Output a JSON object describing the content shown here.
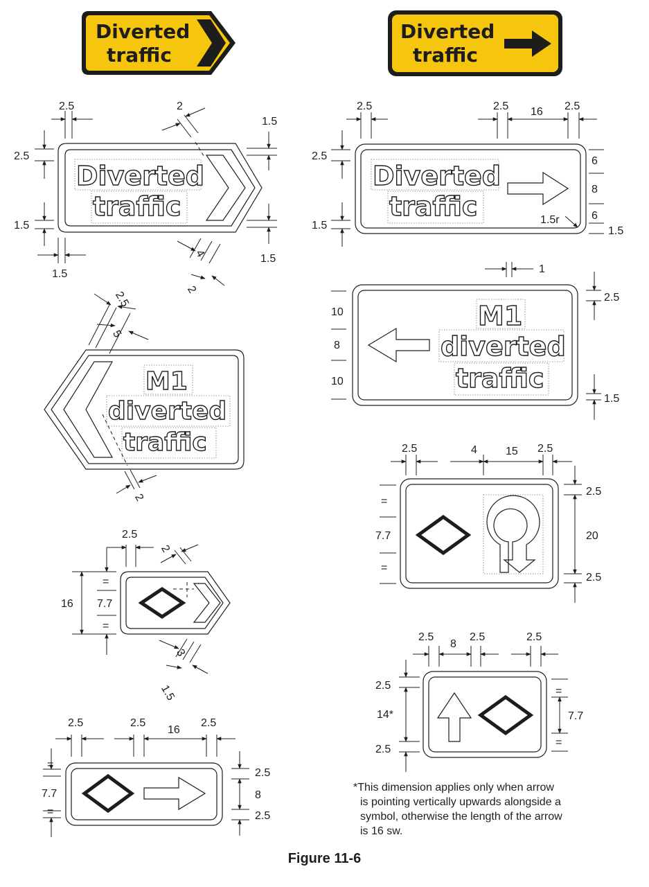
{
  "colors": {
    "sign_yellow": "#f6c60f",
    "ink": "#1d1d1b",
    "background": "#ffffff"
  },
  "signs": {
    "yellow_chevron": {
      "line1": "Diverted",
      "line2": "traffic"
    },
    "yellow_arrow": {
      "line1": "Diverted",
      "line2": "traffic"
    },
    "chevron_right": {
      "line1": "Diverted",
      "line2": "traffic"
    },
    "arrow_right": {
      "line1": "Diverted",
      "line2": "traffic"
    },
    "chevron_left": {
      "line1": "M1",
      "line2": "diverted",
      "line3": "traffic"
    },
    "arrow_left": {
      "line1": "M1",
      "line2": "diverted",
      "line3": "traffic"
    }
  },
  "dims": {
    "d1_top": "2.5",
    "d1_left_top": "2.5",
    "d1_left_bottom": "1.5",
    "d1_bottom": "1.5",
    "d1_chev_top": "2",
    "d1_right_top": "1.5",
    "d1_right_bottom": "1.5",
    "d1_chev_w": "4",
    "d1_chev_gap": "2",
    "d2_top_left": "2.5",
    "d2_top_mid": "2.5",
    "d2_arrow_len": "16",
    "d2_top_right": "2.5",
    "d2_left_top": "2.5",
    "d2_left_bottom": "1.5",
    "d2_right_1": "6",
    "d2_right_2": "8",
    "d2_right_3": "6",
    "d2_right_4": "1.5",
    "d2_radius": "1.5r",
    "d3_gap": "1",
    "d3_left_1": "10",
    "d3_left_2": "8",
    "d3_left_3": "10",
    "d3_right_top": "2.5",
    "d3_right_bottom": "1.5",
    "d4_top_1": "2.5",
    "d4_top_2": "5",
    "d4_bottom": "2",
    "d5_top_left": "2.5",
    "d5_top_mid": "4",
    "d5_top_w": "15",
    "d5_top_right": "2.5",
    "d5_left_eq1": "=",
    "d5_left_h": "7.7",
    "d5_left_eq2": "=",
    "d5_right_top": "2.5",
    "d5_right_h": "20",
    "d5_right_bottom": "2.5",
    "d6_top": "2.5",
    "d6_chev": "2",
    "d6_h": "16",
    "d6_eq1": "=",
    "d6_mid": "7.7",
    "d6_eq2": "=",
    "d6_b1": "3",
    "d6_b2": "1.5",
    "d7_top_1": "2.5",
    "d7_top_2": "8",
    "d7_top_3": "2.5",
    "d7_top_4": "2.5",
    "d7_left_top": "2.5",
    "d7_left_h": "14*",
    "d7_left_bottom": "2.5",
    "d7_right_eq1": "=",
    "d7_right_h": "7.7",
    "d7_right_eq2": "=",
    "d8_top_1": "2.5",
    "d8_top_2": "2.5",
    "d8_top_3": "16",
    "d8_top_4": "2.5",
    "d8_left_eq1": "=",
    "d8_left_h": "7.7",
    "d8_left_eq2": "=",
    "d8_right_1": "2.5",
    "d8_right_2": "8",
    "d8_right_3": "2.5"
  },
  "footnote": {
    "marker": "*",
    "line1": "This dimension applies only when arrow",
    "line2": "is pointing vertically upwards alongside a",
    "line3": "symbol, otherwise the length of the arrow",
    "line4": "is 16 sw."
  },
  "caption": "Figure 11-6"
}
